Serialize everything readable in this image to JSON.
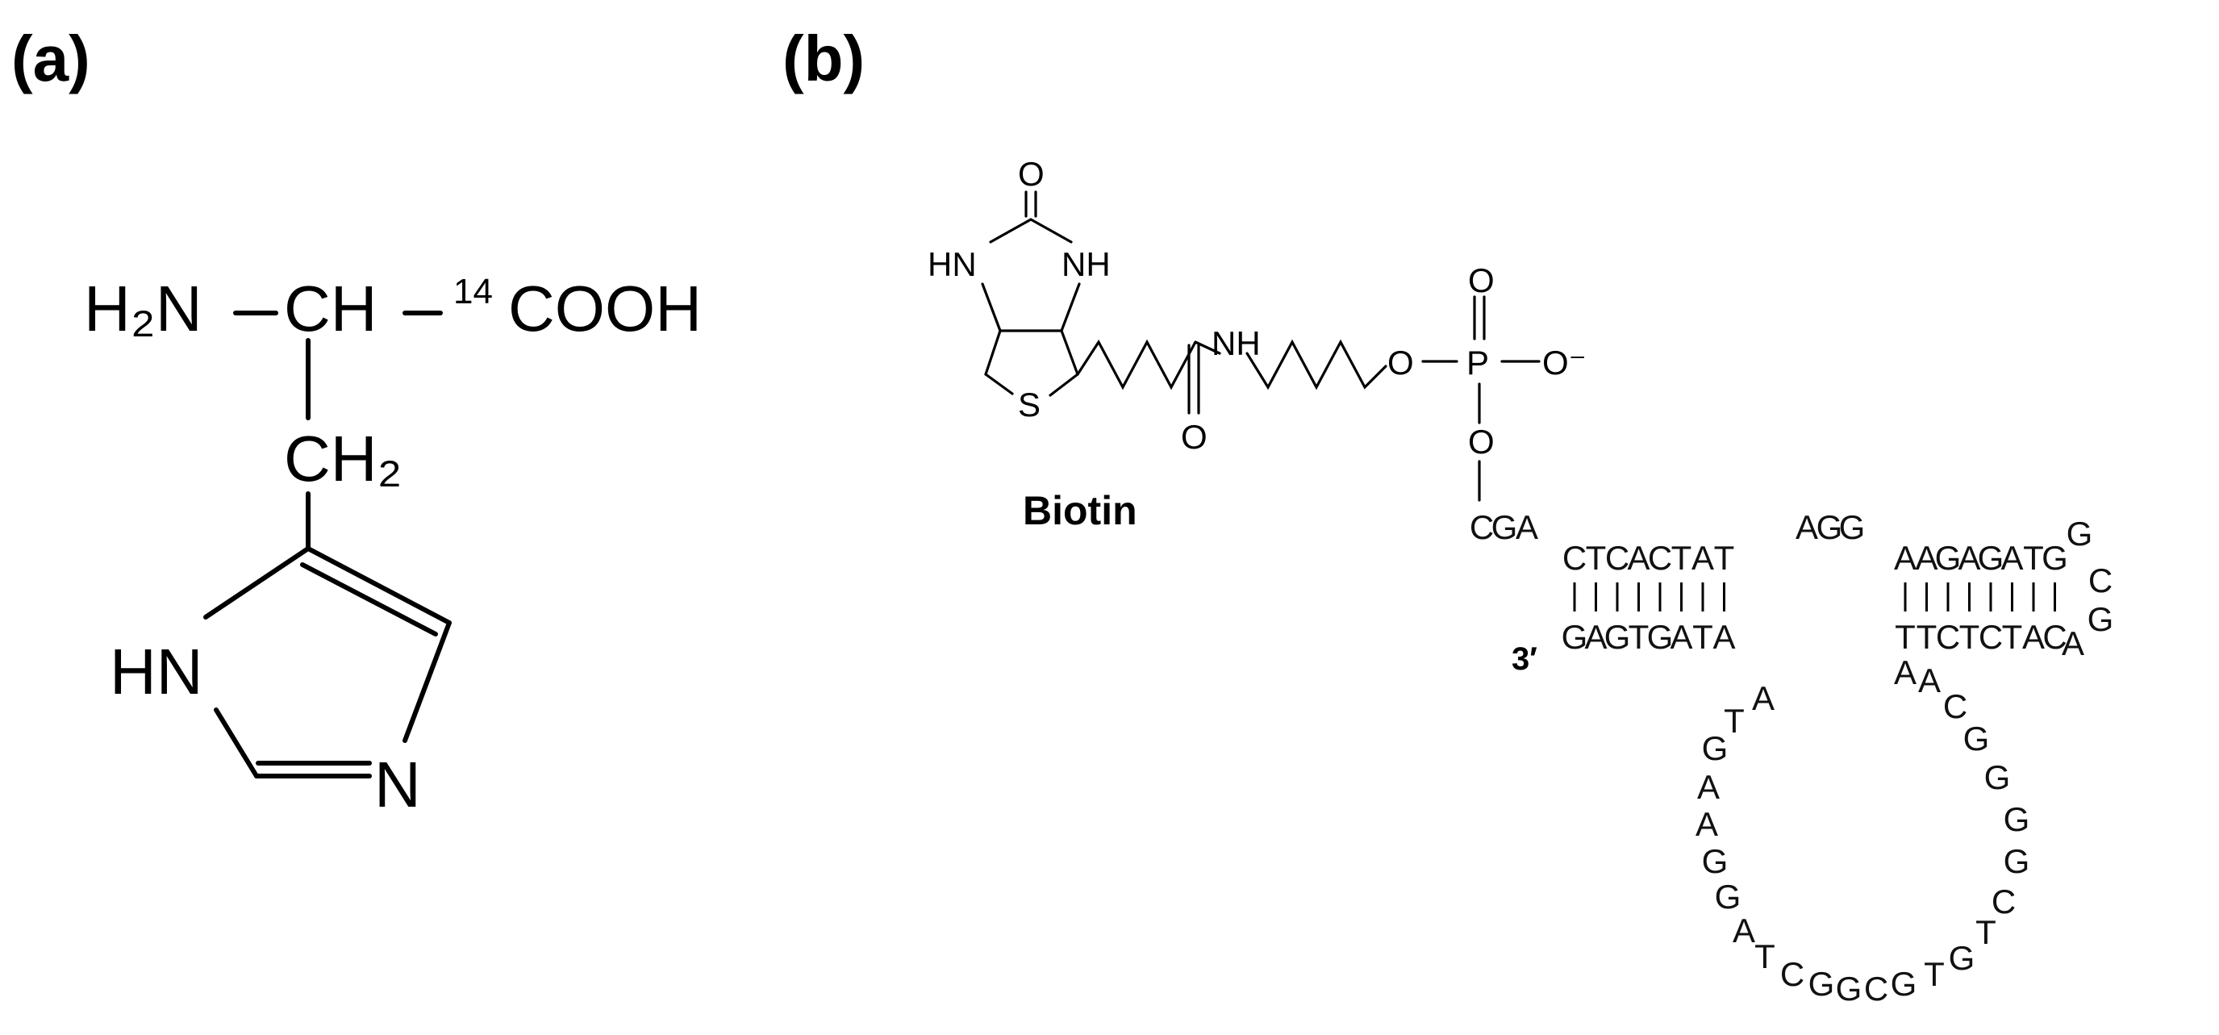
{
  "panels": {
    "a": {
      "label": "(a)",
      "atoms": {
        "h2n": "H₂N",
        "ch": "CH",
        "isotope": "14",
        "cooh": "COOH",
        "ch2": "CH₂",
        "hn": "HN",
        "n": "N"
      }
    },
    "b": {
      "label": "(b)",
      "molecule_name": "Biotin",
      "atoms": {
        "o_carbonyl": "O",
        "hn": "HN",
        "nh": "NH",
        "s": "S",
        "amide_nh": "NH",
        "amide_o": "O",
        "o_ester": "O",
        "p": "P",
        "o_top": "O",
        "o_minus": "O⁻",
        "o_down": "O"
      },
      "three_prime": "3′",
      "sequence": {
        "five_prime": "CGA",
        "stem1_top": "CTCACTAT",
        "junction": "AGG",
        "stem2_top": "AAGAGATG",
        "hairpin_loop": [
          "G",
          "C",
          "G",
          "A"
        ],
        "stem2_bottom": "TTCTCTAC",
        "stem1_bottom": "GAGTGATA",
        "loop_right": [
          "A",
          "A",
          "C",
          "G",
          "G",
          "G",
          "G",
          "C",
          "T"
        ],
        "loop_bottom": [
          "G",
          "T",
          "G",
          "C",
          "G",
          "G",
          "C"
        ],
        "loop_left": [
          "T",
          "A",
          "G",
          "G",
          "A",
          "A",
          "G",
          "T",
          "A"
        ]
      }
    }
  }
}
